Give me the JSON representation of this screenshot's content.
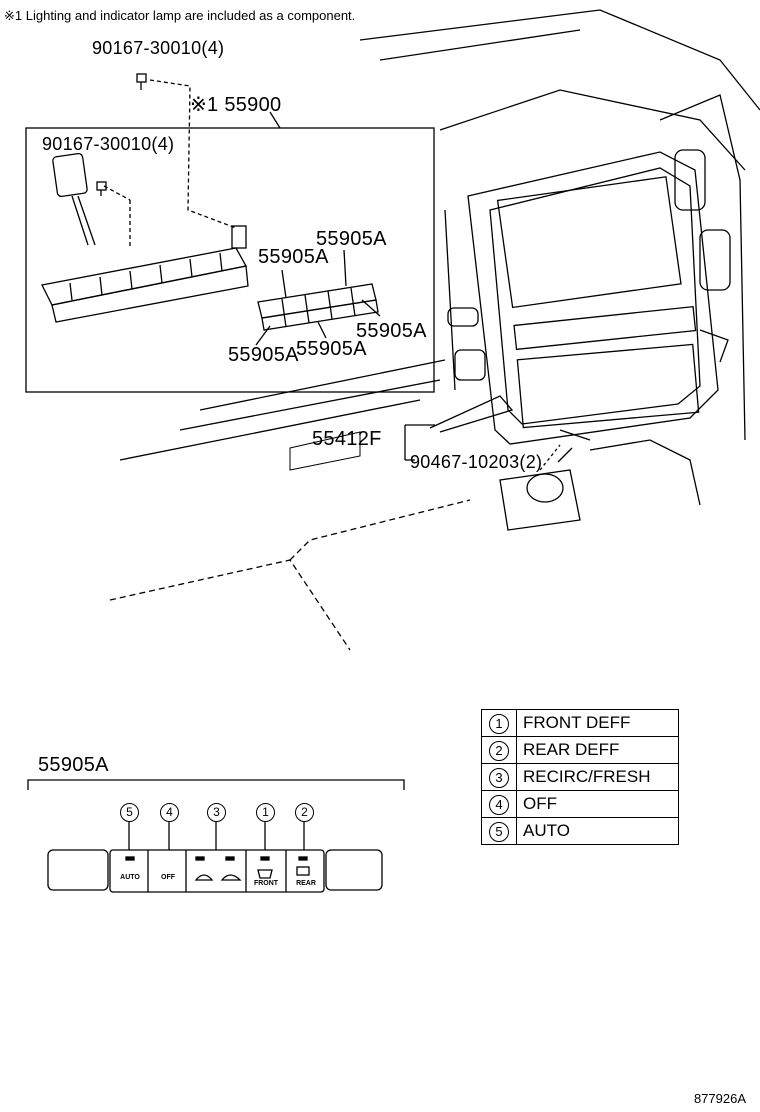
{
  "note": "※1 Lighting and indicator lamp are included as a component.",
  "callouts": {
    "screw_top": "90167-30010(4)",
    "assembly": "※1 55900",
    "screw_inner": "90167-30010(4)",
    "switch_1": "55905A",
    "switch_2": "55905A",
    "switch_3": "55905A",
    "switch_4": "55905A",
    "switch_5": "55905A",
    "bezel": "55412F",
    "clip": "90467-10203(2)"
  },
  "detail": {
    "title": "55905A",
    "buttons": [
      {
        "num": "5",
        "label": "AUTO"
      },
      {
        "num": "4",
        "label": "OFF"
      },
      {
        "num": "3",
        "label": ""
      },
      {
        "num": "1",
        "label": "FRONT"
      },
      {
        "num": "2",
        "label": "REAR"
      }
    ]
  },
  "legend": [
    {
      "num": "1",
      "label": "FRONT DEFF"
    },
    {
      "num": "2",
      "label": "REAR DEFF"
    },
    {
      "num": "3",
      "label": "RECIRC/FRESH"
    },
    {
      "num": "4",
      "label": "OFF"
    },
    {
      "num": "5",
      "label": "AUTO"
    }
  ],
  "figure_code": "877926A"
}
